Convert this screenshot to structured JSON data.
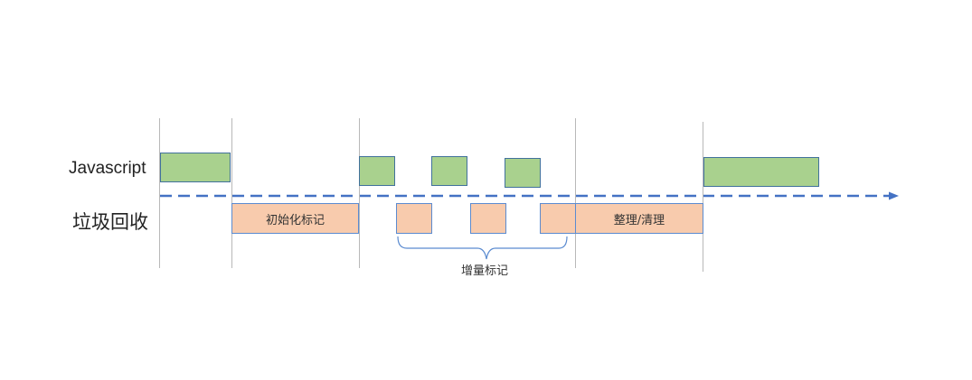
{
  "lanes": {
    "js_label": "Javascript",
    "gc_label": "垃圾回收"
  },
  "gc": {
    "initial_mark": "初始化标记",
    "compact_sweep": "整理/清理"
  },
  "brace_label": "增量标记",
  "colors": {
    "js_fill": "#a9d18e",
    "js_border": "#41719c",
    "gc_fill": "#f8cbad",
    "gc_border": "#5b8bd0",
    "timeline": "#4472c4",
    "divider": "#b8b8b8"
  }
}
